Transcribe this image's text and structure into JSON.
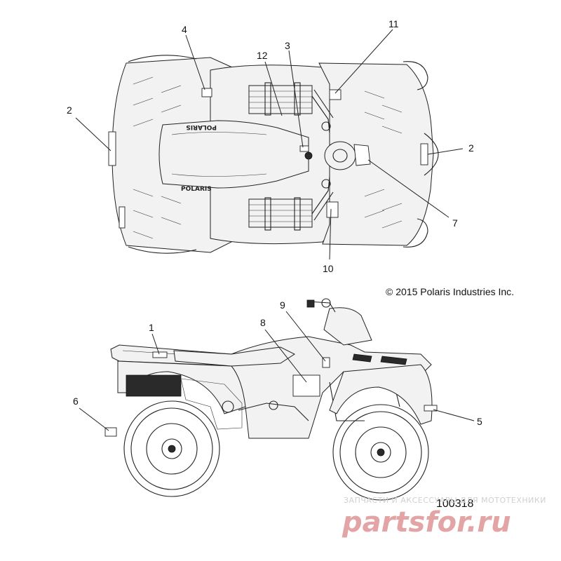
{
  "callouts": {
    "c1": "1",
    "c2a": "2",
    "c2b": "2",
    "c3": "3",
    "c4": "4",
    "c5": "5",
    "c6": "6",
    "c7": "7",
    "c8": "8",
    "c9": "9",
    "c10": "10",
    "c11": "11",
    "c12": "12"
  },
  "labels": {
    "copyright": "© 2015 Polaris Industries Inc.",
    "part_number": "100318",
    "brand_text_1": "POLARIS",
    "brand_text_2": "POLARIS"
  },
  "watermark": {
    "tagline": "ЗАПЧАСТИ И АКСЕССУАРЫ ДЛЯ МОТОТЕХНИКИ",
    "site": "partsfor.ru",
    "color": "#e2a4a4"
  }
}
